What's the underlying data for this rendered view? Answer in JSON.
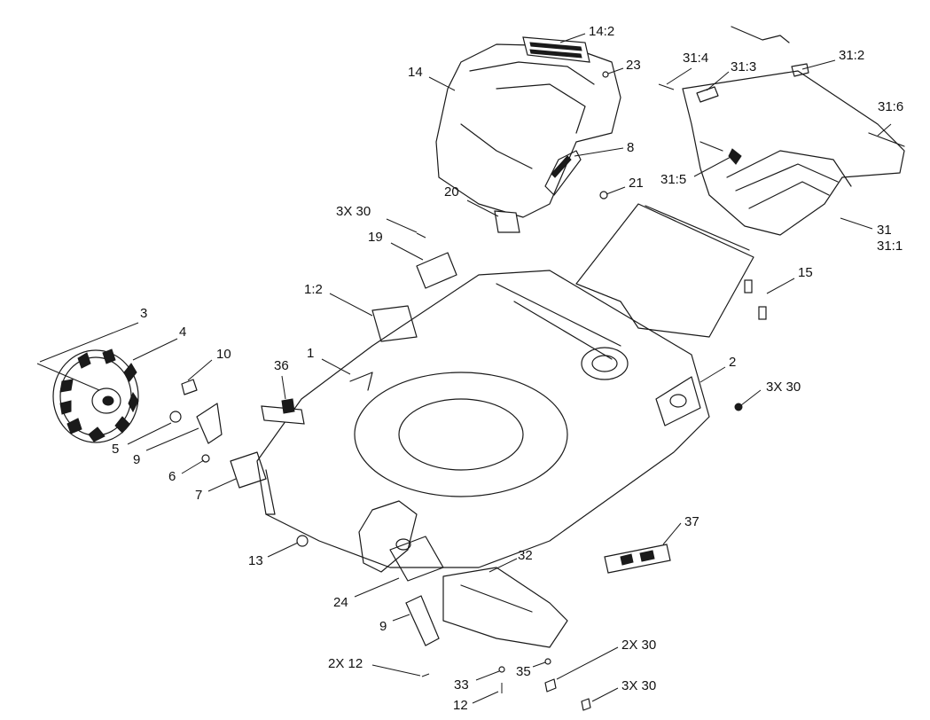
{
  "diagram": {
    "line_color": "#1a1a1a",
    "background": "#ffffff",
    "callouts": [
      {
        "id": "c-14-2",
        "text": "14:2"
      },
      {
        "id": "c-14",
        "text": "14"
      },
      {
        "id": "c-23",
        "text": "23"
      },
      {
        "id": "c-31-4",
        "text": "31:4"
      },
      {
        "id": "c-31-3",
        "text": "31:3"
      },
      {
        "id": "c-31-2",
        "text": "31:2"
      },
      {
        "id": "c-31-6",
        "text": "31:6"
      },
      {
        "id": "c-8",
        "text": "8"
      },
      {
        "id": "c-31-5",
        "text": "31:5"
      },
      {
        "id": "c-21",
        "text": "21"
      },
      {
        "id": "c-20",
        "text": "20"
      },
      {
        "id": "c-3x30-a",
        "text": "3X 30"
      },
      {
        "id": "c-31",
        "text": "31"
      },
      {
        "id": "c-31-1",
        "text": "31:1"
      },
      {
        "id": "c-19",
        "text": "19"
      },
      {
        "id": "c-15",
        "text": "15"
      },
      {
        "id": "c-1-2",
        "text": "1:2"
      },
      {
        "id": "c-3",
        "text": "3"
      },
      {
        "id": "c-4",
        "text": "4"
      },
      {
        "id": "c-10",
        "text": "10"
      },
      {
        "id": "c-1",
        "text": "1"
      },
      {
        "id": "c-36",
        "text": "36"
      },
      {
        "id": "c-2",
        "text": "2"
      },
      {
        "id": "c-3x30-b",
        "text": "3X 30"
      },
      {
        "id": "c-5",
        "text": "5"
      },
      {
        "id": "c-9-a",
        "text": "9"
      },
      {
        "id": "c-6",
        "text": "6"
      },
      {
        "id": "c-7",
        "text": "7"
      },
      {
        "id": "c-37",
        "text": "37"
      },
      {
        "id": "c-13",
        "text": "13"
      },
      {
        "id": "c-32",
        "text": "32"
      },
      {
        "id": "c-24",
        "text": "24"
      },
      {
        "id": "c-9-b",
        "text": "9"
      },
      {
        "id": "c-2x30",
        "text": "2X 30"
      },
      {
        "id": "c-2x12",
        "text": "2X 12"
      },
      {
        "id": "c-35",
        "text": "35"
      },
      {
        "id": "c-33",
        "text": "33"
      },
      {
        "id": "c-3x30-c",
        "text": "3X 30"
      },
      {
        "id": "c-12",
        "text": "12"
      }
    ]
  }
}
